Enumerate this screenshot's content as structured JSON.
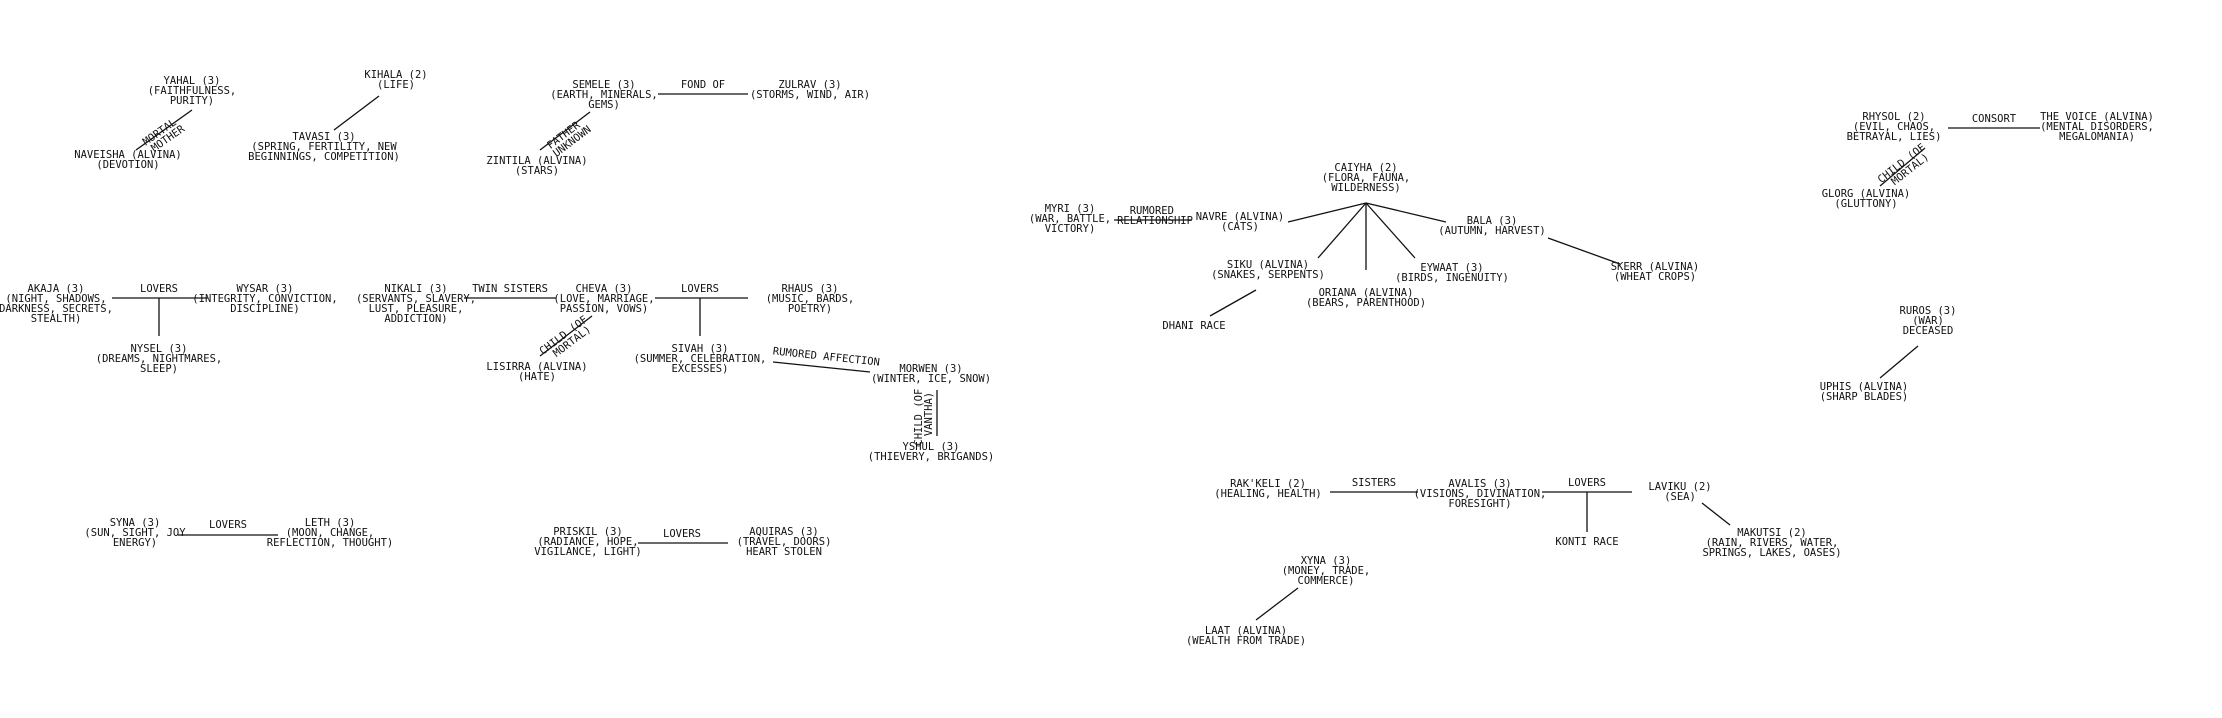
{
  "nodes": {
    "yahal": [
      "YAHAL (3)",
      "(FAITHFULNESS,",
      "PURITY)"
    ],
    "naveisha": [
      "NAVEISHA (ALVINA)",
      "(DEVOTION)"
    ],
    "kihala": [
      "KIHALA (2)",
      "(LIFE)"
    ],
    "tavasi": [
      "TAVASI (3)",
      "(SPRING, FERTILITY, NEW",
      "BEGINNINGS, COMPETITION)"
    ],
    "semele": [
      "SEMELE (3)",
      "(EARTH, MINERALS,",
      "GEMS)"
    ],
    "zulrav": [
      "ZULRAV (3)",
      "(STORMS, WIND, AIR)"
    ],
    "zintila": [
      "ZINTILA (ALVINA)",
      "(STARS)"
    ],
    "akaja": [
      "AKAJA (3)",
      "(NIGHT, SHADOWS,",
      "DARKNESS, SECRETS,",
      "STEALTH)"
    ],
    "wysar": [
      "WYSAR (3)",
      "(INTEGRITY, CONVICTION,",
      "DISCIPLINE)"
    ],
    "nysel": [
      "NYSEL (3)",
      "(DREAMS, NIGHTMARES,",
      "SLEEP)"
    ],
    "nikali": [
      "NIKALI (3)",
      "(SERVANTS, SLAVERY,",
      "LUST, PLEASURE,",
      "ADDICTION)"
    ],
    "cheva": [
      "CHEVA (3)",
      "(LOVE, MARRIAGE,",
      "PASSION, VOWS)"
    ],
    "rhaus": [
      "RHAUS (3)",
      "(MUSIC, BARDS,",
      "POETRY)"
    ],
    "lisirra": [
      "LISIRRA (ALVINA)",
      "(HATE)"
    ],
    "sivah": [
      "SIVAH (3)",
      "(SUMMER, CELEBRATION,",
      "EXCESSES)"
    ],
    "morwen": [
      "MORWEN (3)",
      "(WINTER, ICE, SNOW)"
    ],
    "yshul": [
      "YSHUL (3)",
      "(THIEVERY, BRIGANDS)"
    ],
    "syna": [
      "SYNA (3)",
      "(SUN, SIGHT, JOY",
      "ENERGY)"
    ],
    "leth": [
      "LETH (3)",
      "(MOON, CHANGE,",
      "REFLECTION, THOUGHT)"
    ],
    "priskil": [
      "PRISKIL (3)",
      "(RADIANCE, HOPE,",
      "VIGILANCE, LIGHT)"
    ],
    "aquiras": [
      "AQUIRAS (3)",
      "(TRAVEL, DOORS)",
      "HEART STOLEN"
    ],
    "myri": [
      "MYRI (3)",
      "(WAR, BATTLE,",
      "VICTORY)"
    ],
    "navre": [
      "NAVRE (ALVINA)",
      "(CATS)"
    ],
    "caiyha": [
      "CAIYHA (2)",
      "(FLORA, FAUNA,",
      "WILDERNESS)"
    ],
    "bala": [
      "BALA (3)",
      "(AUTUMN, HARVEST)"
    ],
    "siku": [
      "SIKU (ALVINA)",
      "(SNAKES, SERPENTS)"
    ],
    "eywaat": [
      "EYWAAT (3)",
      "(BIRDS, INGENUITY)"
    ],
    "oriana": [
      "ORIANA (ALVINA)",
      "(BEARS, PARENTHOOD)"
    ],
    "skerr": [
      "SKERR (ALVINA)",
      "(WHEAT CROPS)"
    ],
    "dhani": [
      "DHANI RACE"
    ],
    "rhysol": [
      "RHYSOL (2)",
      "(EVIL, CHAOS,",
      "BETRAYAL, LIES)"
    ],
    "voice": [
      "THE VOICE (ALVINA)",
      "(MENTAL DISORDERS,",
      "MEGALOMANIA)"
    ],
    "glorg": [
      "GLORG (ALVINA)",
      "(GLUTTONY)"
    ],
    "ruros": [
      "RUROS (3)",
      "(WAR)",
      "DECEASED"
    ],
    "uphis": [
      "UPHIS (ALVINA)",
      "(SHARP BLADES)"
    ],
    "rakkeli": [
      "RAK'KELI (2)",
      "(HEALING, HEALTH)"
    ],
    "avalis": [
      "AVALIS (3)",
      "(VISIONS, DIVINATION,",
      "FORESIGHT)"
    ],
    "laviku": [
      "LAVIKU (2)",
      "(SEA)"
    ],
    "konti": [
      "KONTI RACE"
    ],
    "makutsi": [
      "MAKUTSI (2)",
      "(RAIN, RIVERS, WATER,",
      "SPRINGS, LAKES, OASES)"
    ],
    "xyna": [
      "XYNA (3)",
      "(MONEY, TRADE,",
      "COMMERCE)"
    ],
    "laat": [
      "LAAT (ALVINA)",
      "(WEALTH FROM TRADE)"
    ]
  },
  "relations": {
    "yahal_naveisha": [
      "MORTAL",
      "MOTHER"
    ],
    "semele_zulrav": [
      "FOND OF"
    ],
    "semele_zintila": [
      "FATHER",
      "UNKNOWN"
    ],
    "akaja_wysar": [
      "LOVERS"
    ],
    "nikali_cheva": [
      "TWIN SISTERS"
    ],
    "cheva_rhaus": [
      "LOVERS"
    ],
    "cheva_lisirra": [
      "CHILD (OF",
      "MORTAL)"
    ],
    "sivah_morwen": [
      "RUMORED AFFECTION"
    ],
    "morwen_yshul": [
      "CHILD (OF",
      "VANTHA)"
    ],
    "syna_leth": [
      "LOVERS"
    ],
    "priskil_aquiras": [
      "LOVERS"
    ],
    "myri_navre": [
      "RUMORED",
      "RELATIONSHIP"
    ],
    "rhysol_voice": [
      "CONSORT"
    ],
    "rhysol_glorg": [
      "CHILD (OF",
      "MORTAL)"
    ],
    "rakkeli_avalis": [
      "SISTERS"
    ],
    "avalis_laviku": [
      "LOVERS"
    ]
  }
}
